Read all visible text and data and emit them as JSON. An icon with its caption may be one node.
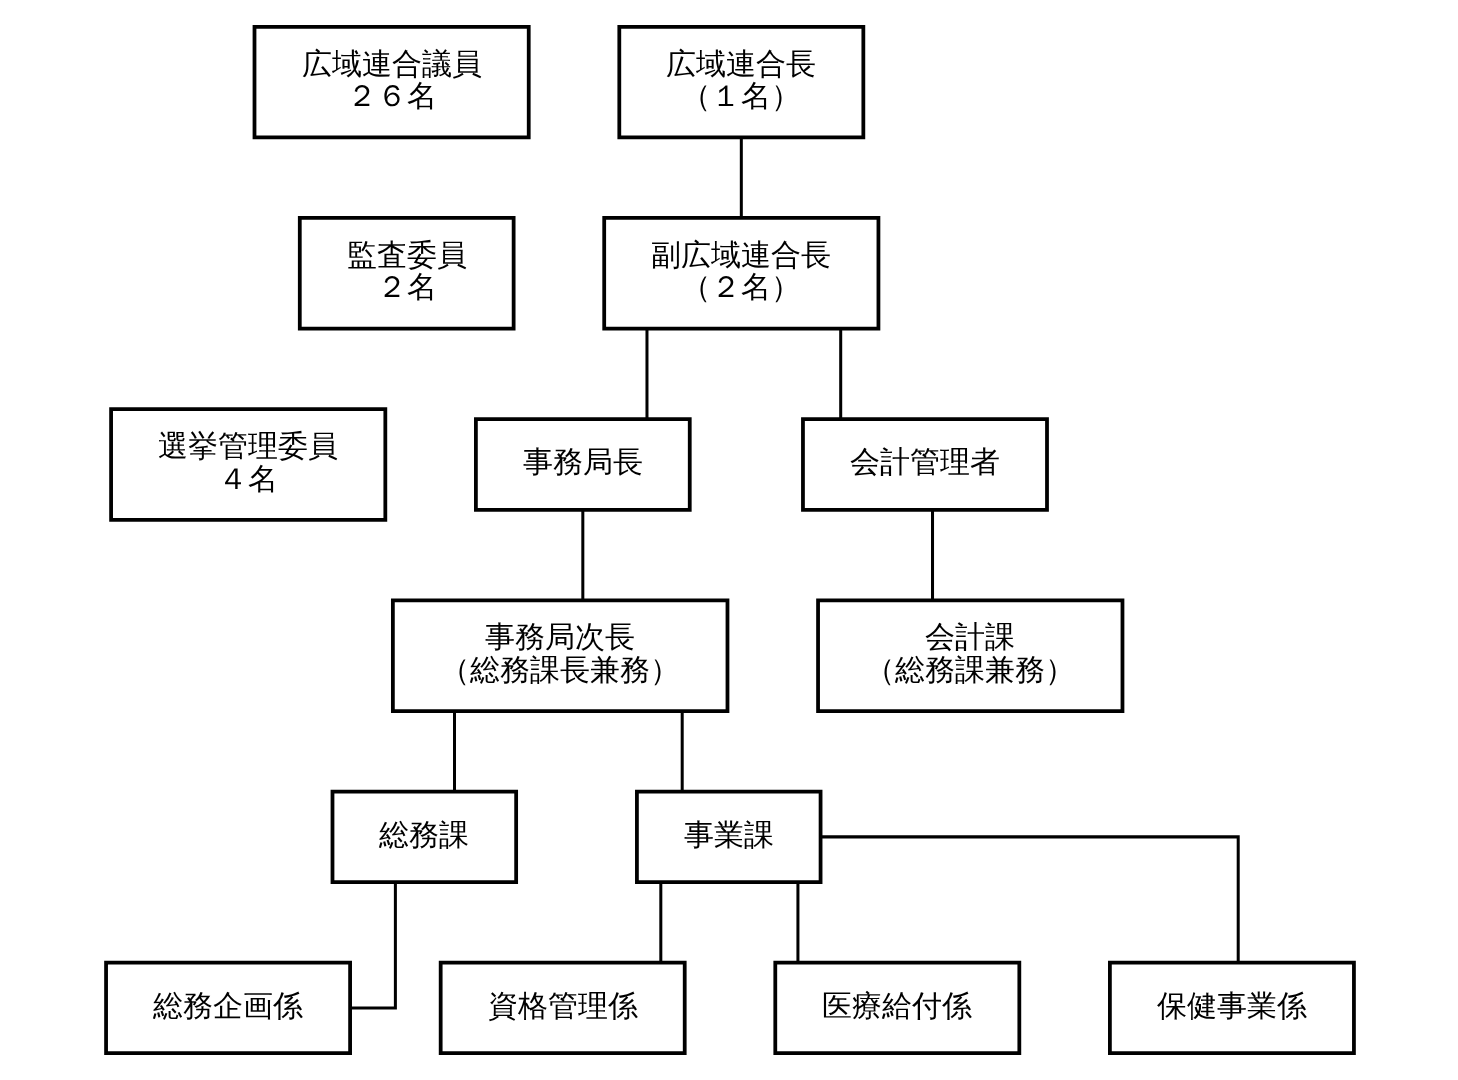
{
  "diagram": {
    "nodes": [
      {
        "text": [
          "広域連合議員",
          "２６名"
        ]
      },
      {
        "text": [
          "監査委員",
          "２名"
        ]
      },
      {
        "text": [
          "選挙管理委員",
          "４名"
        ]
      },
      {
        "text": [
          "広域連合長",
          "（１名）"
        ]
      },
      {
        "text": [
          "副広域連合長",
          "（２名）"
        ]
      },
      {
        "text": [
          "事務局長"
        ]
      },
      {
        "text": [
          "会計管理者"
        ]
      },
      {
        "text": [
          "事務局次長",
          "（総務課長兼務）"
        ]
      },
      {
        "text": [
          "会計課",
          "（総務課兼務）"
        ]
      },
      {
        "text": [
          "総務課"
        ]
      },
      {
        "text": [
          "事業課"
        ]
      },
      {
        "text": [
          "総務企画係"
        ]
      },
      {
        "text": [
          "資格管理係"
        ]
      },
      {
        "text": [
          "医療給付係"
        ]
      },
      {
        "text": [
          "保健事業係"
        ]
      }
    ],
    "edges": [
      {
        "from": 3,
        "to": 4,
        "arrow": "none"
      },
      {
        "from": 4,
        "to": 5,
        "arrow": "none"
      },
      {
        "from": 4,
        "to": 6,
        "arrow": "none"
      },
      {
        "from": 5,
        "to": 7,
        "arrow": "none"
      },
      {
        "from": 6,
        "to": 8,
        "arrow": "none"
      },
      {
        "from": 7,
        "to": 9,
        "arrow": "none"
      },
      {
        "from": 7,
        "to": 10,
        "arrow": "none"
      },
      {
        "from": 9,
        "to": 11,
        "arrow": "none"
      },
      {
        "from": 10,
        "to": 12,
        "arrow": "none"
      },
      {
        "from": 10,
        "to": 13,
        "arrow": "none"
      },
      {
        "from": 10,
        "to": 14,
        "arrow": "none"
      }
    ]
  }
}
